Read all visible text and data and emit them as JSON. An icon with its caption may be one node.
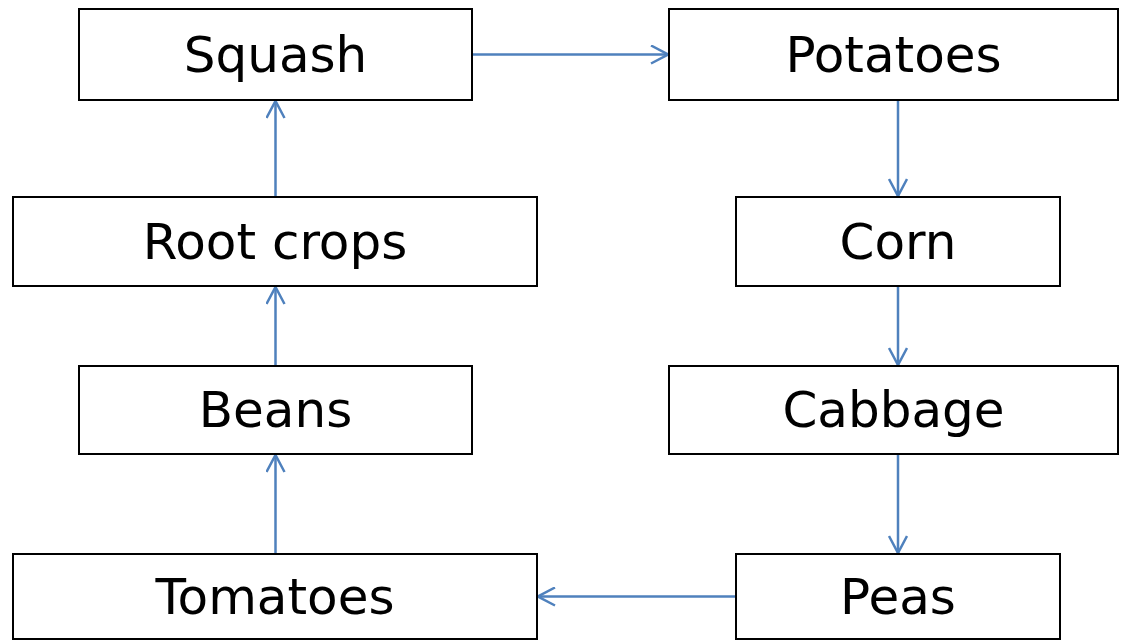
{
  "diagram": {
    "nodes": [
      {
        "text": [
          "Squash"
        ]
      },
      {
        "text": [
          "Potatoes"
        ]
      },
      {
        "text": [
          "Root crops"
        ]
      },
      {
        "text": [
          "Corn"
        ]
      },
      {
        "text": [
          "Beans"
        ]
      },
      {
        "text": [
          "Cabbage"
        ]
      },
      {
        "text": [
          "Tomatoes"
        ]
      },
      {
        "text": [
          "Peas"
        ]
      }
    ],
    "edges": [
      {
        "from": 0,
        "to": 1,
        "arrow": "to"
      },
      {
        "from": 1,
        "to": 3,
        "arrow": "to"
      },
      {
        "from": 3,
        "to": 5,
        "arrow": "to"
      },
      {
        "from": 5,
        "to": 7,
        "arrow": "to"
      },
      {
        "from": 7,
        "to": 6,
        "arrow": "to"
      },
      {
        "from": 6,
        "to": 4,
        "arrow": "to"
      },
      {
        "from": 4,
        "to": 2,
        "arrow": "to"
      },
      {
        "from": 2,
        "to": 0,
        "arrow": "to"
      }
    ]
  }
}
